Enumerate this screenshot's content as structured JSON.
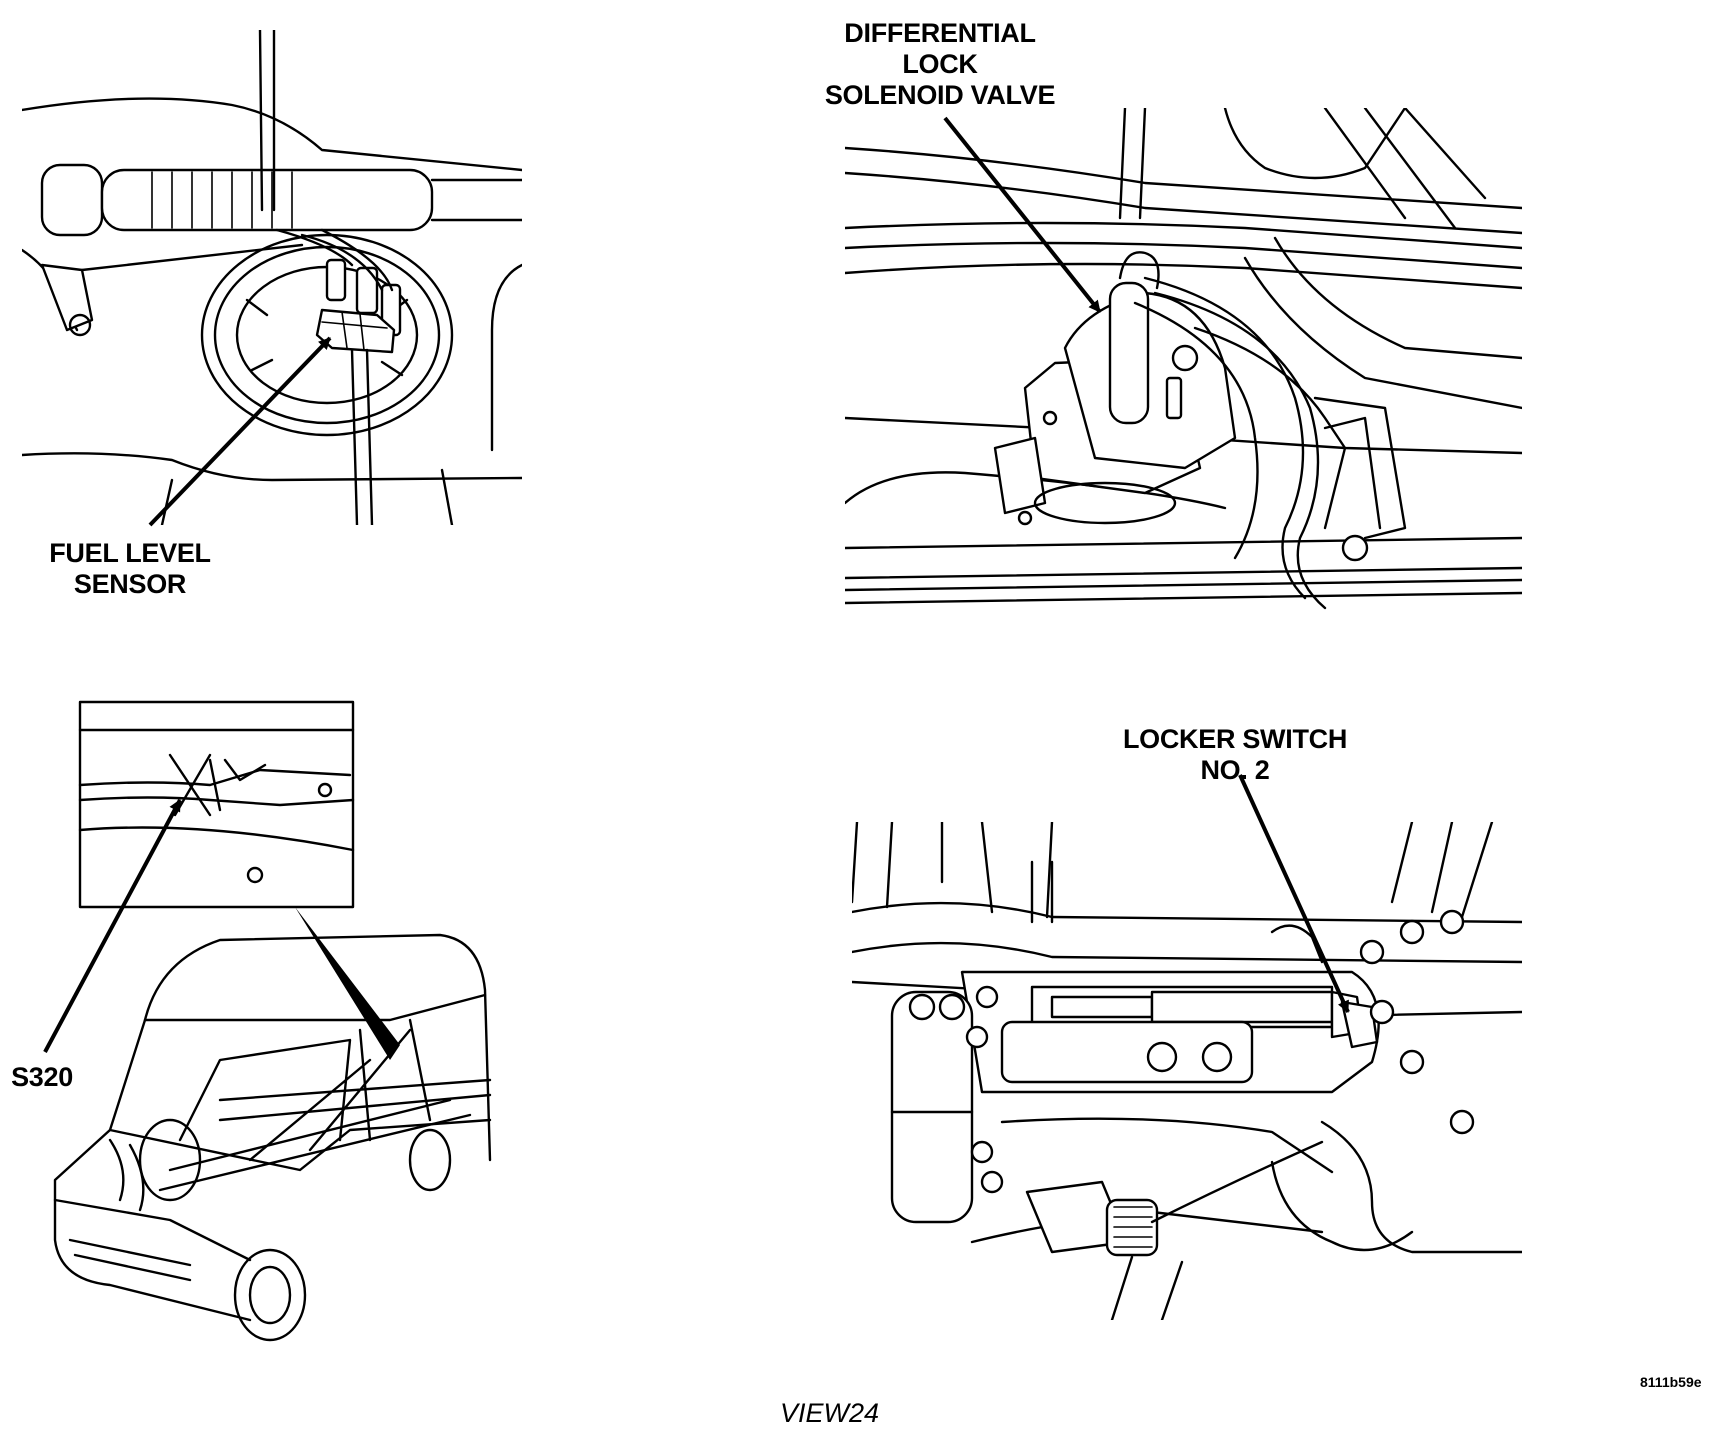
{
  "figure": {
    "view_label": "VIEW24",
    "figure_code": "8111b59e"
  },
  "callouts": {
    "fuel_level_sensor": {
      "line1": "FUEL LEVEL",
      "line2": "SENSOR"
    },
    "differential_lock": {
      "line1": "DIFFERENTIAL",
      "line2": "LOCK",
      "line3": "SOLENOID VALVE"
    },
    "splice": {
      "line1": "S320"
    },
    "locker_switch": {
      "line1": "LOCKER SWITCH",
      "line2": "NO. 2"
    }
  }
}
